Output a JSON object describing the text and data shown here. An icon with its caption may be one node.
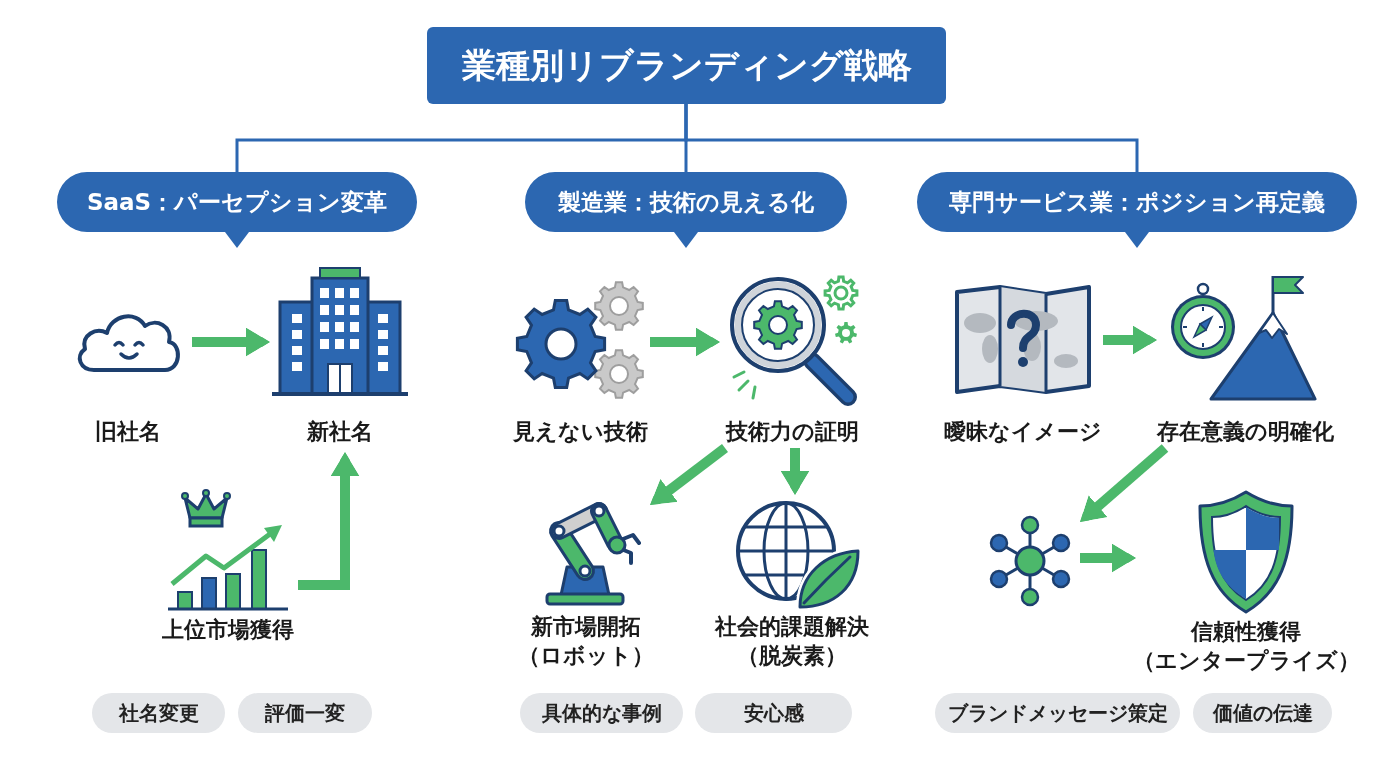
{
  "diagram": {
    "nodes": [
      {
        "text": [
          "業種別リブランディング戦略"
        ]
      },
      {
        "text": [
          "SaaS：パーセプション変革"
        ]
      },
      {
        "text": [
          "製造業：技術の見える化"
        ]
      },
      {
        "text": [
          "専門サービス業：ポジション再定義"
        ]
      },
      {
        "text": [
          "旧社名"
        ]
      },
      {
        "text": [
          "新社名"
        ]
      },
      {
        "text": [
          "上位市場獲得"
        ]
      },
      {
        "text": [
          "社名変更"
        ]
      },
      {
        "text": [
          "評価一変"
        ]
      },
      {
        "text": [
          "見えない技術"
        ]
      },
      {
        "text": [
          "技術力の証明"
        ]
      },
      {
        "text": [
          "新市場開拓（ロボット）"
        ]
      },
      {
        "text": [
          "社会的課題解決（脱炭素）"
        ]
      },
      {
        "text": [
          "具体的な事例"
        ]
      },
      {
        "text": [
          "安心感"
        ]
      },
      {
        "text": [
          "曖昧なイメージ"
        ]
      },
      {
        "text": [
          "存在意義の明確化"
        ]
      },
      {
        "text": [],
        "shape": "picture"
      },
      {
        "text": [
          "信頼性獲得（エンタープライズ）"
        ]
      },
      {
        "text": [
          "ブランドメッセージ策定"
        ]
      },
      {
        "text": [
          "価値の伝達"
        ]
      }
    ],
    "edges": [
      {
        "from": 0,
        "to": 1,
        "arrow": "none",
        "color": "#2c67b1"
      },
      {
        "from": 0,
        "to": 2,
        "arrow": "none",
        "color": "#2c67b1"
      },
      {
        "from": 0,
        "to": 3,
        "arrow": "none",
        "color": "#2c67b1"
      },
      {
        "from": 4,
        "to": 5,
        "arrow": "to"
      },
      {
        "from": 6,
        "to": 5,
        "arrow": "to"
      },
      {
        "from": 9,
        "to": 10,
        "arrow": "to"
      },
      {
        "from": 10,
        "to": 11,
        "arrow": "to"
      },
      {
        "from": 10,
        "to": 12,
        "arrow": "to"
      },
      {
        "from": 15,
        "to": 16,
        "arrow": "to"
      },
      {
        "from": 16,
        "to": 17,
        "arrow": "to"
      },
      {
        "from": 17,
        "to": 18,
        "arrow": "to"
      }
    ]
  }
}
